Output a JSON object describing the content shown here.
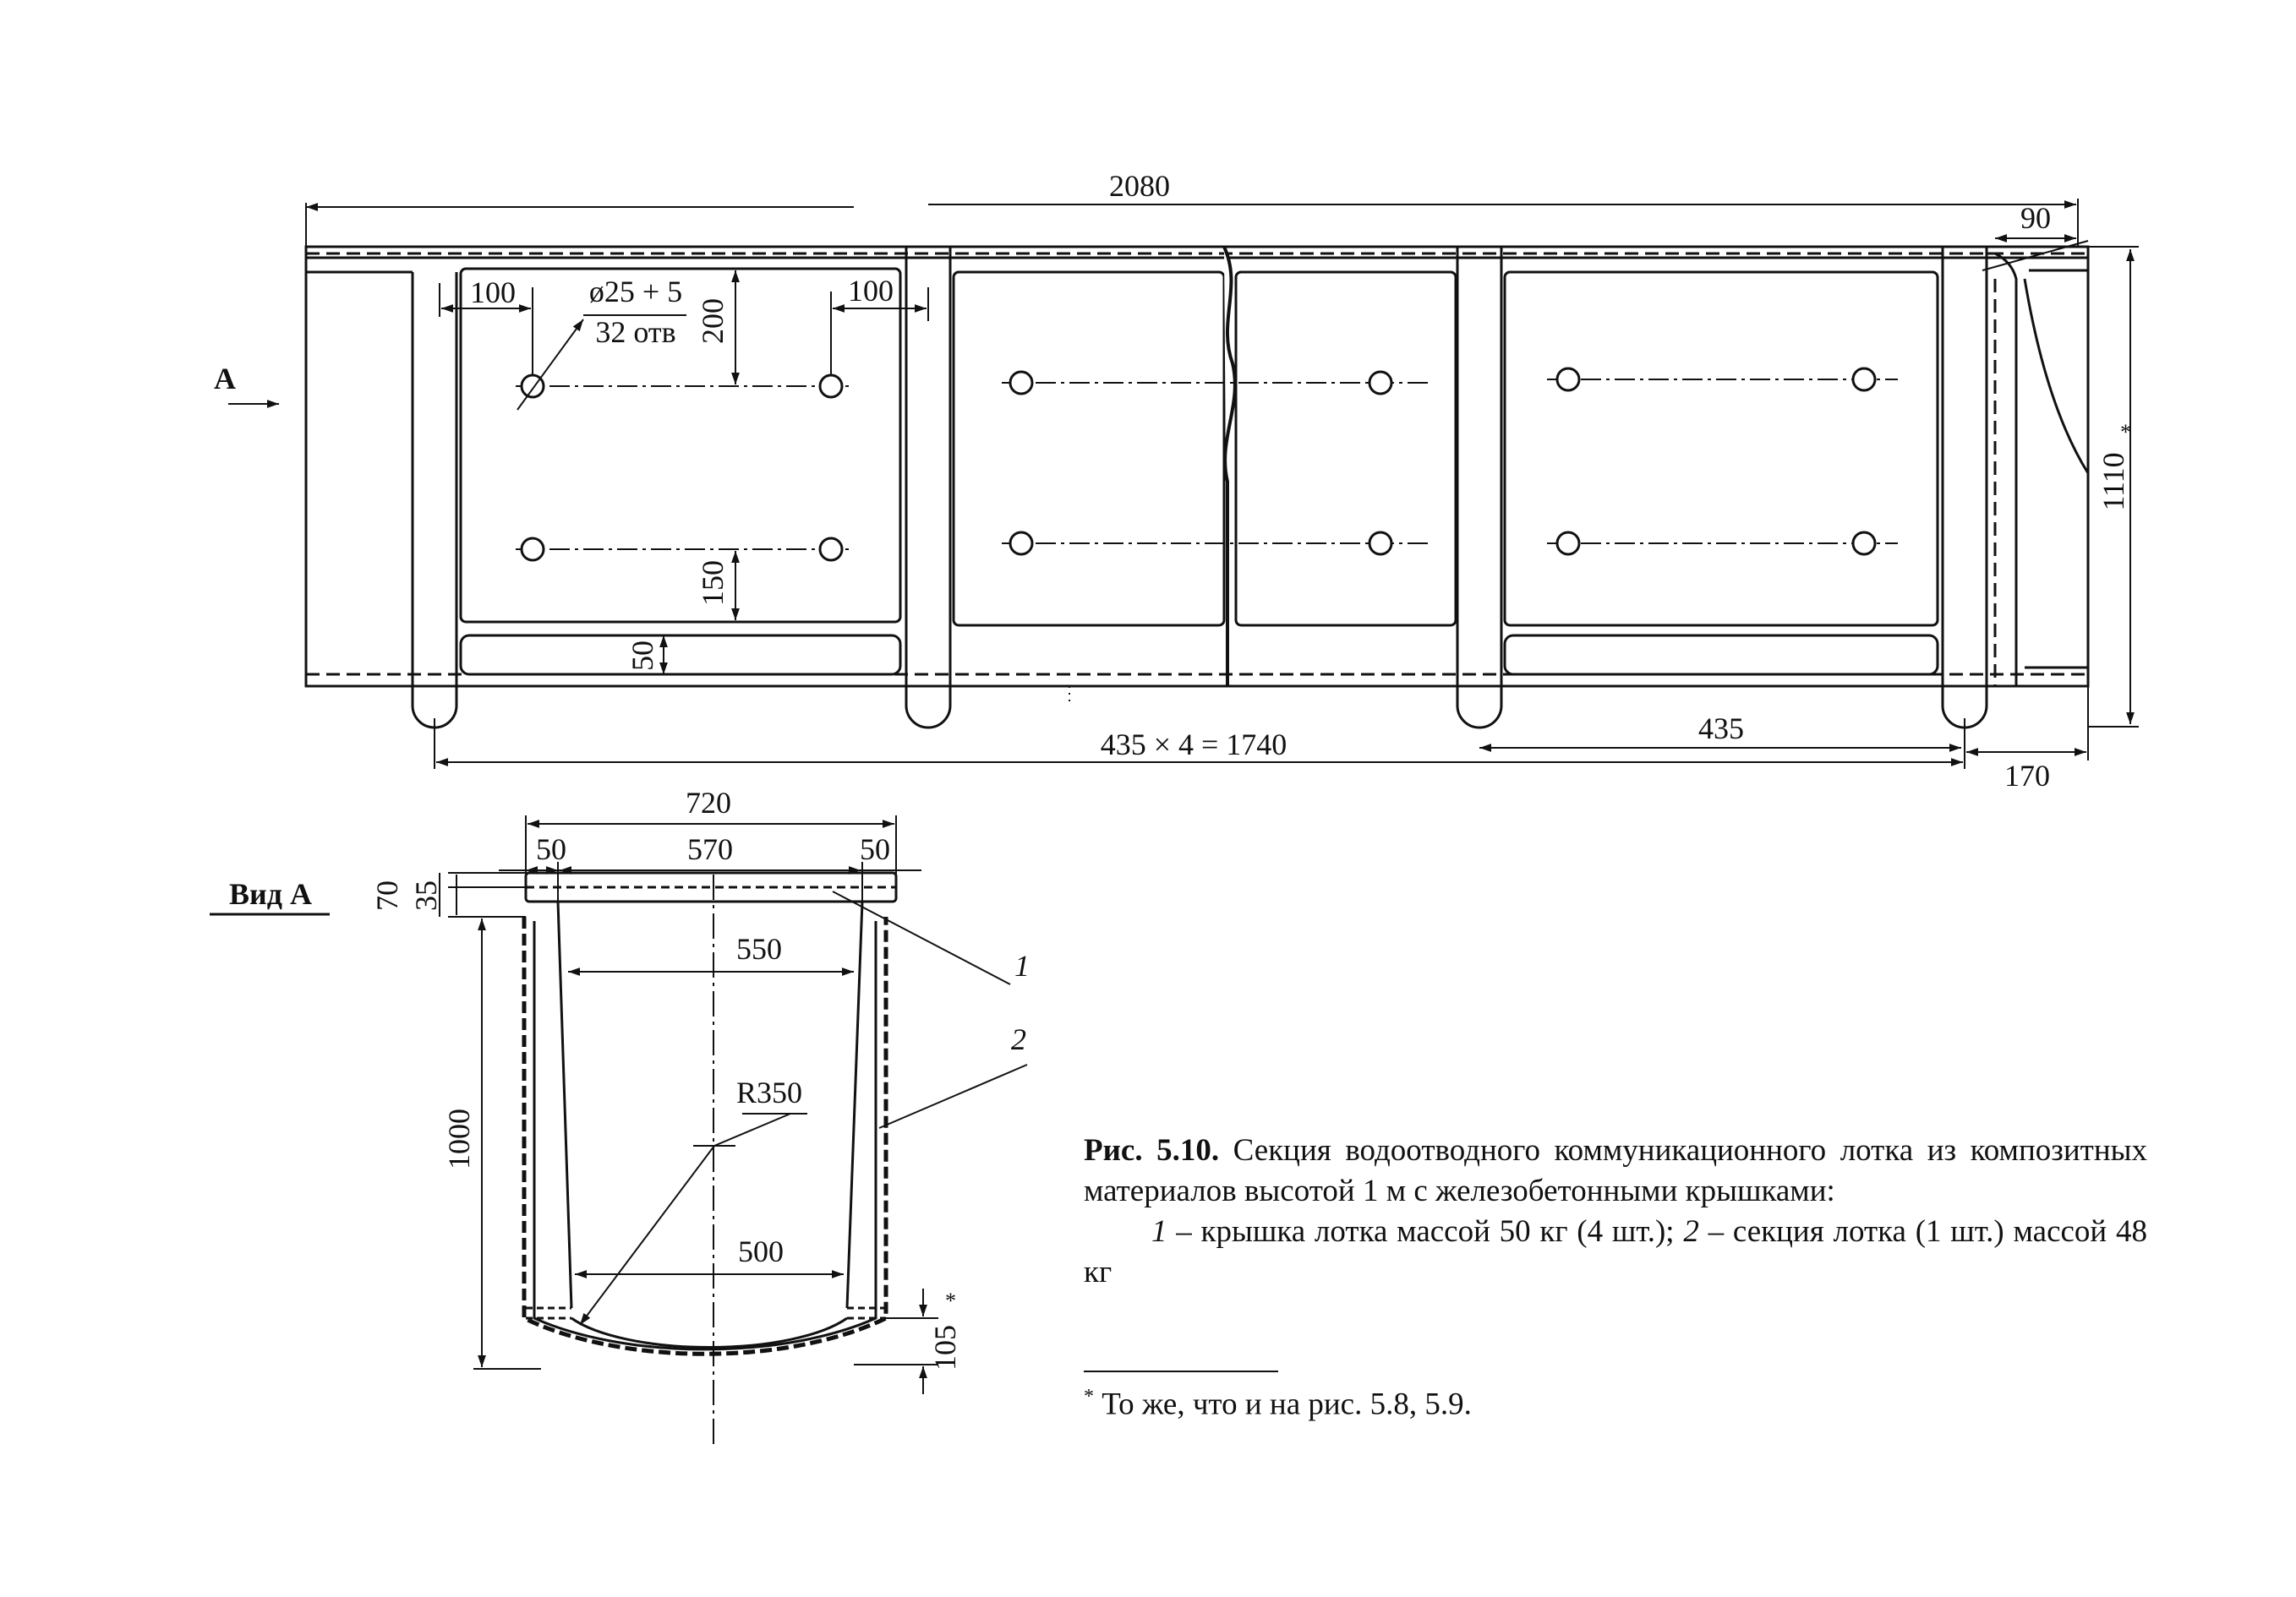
{
  "diagram": {
    "top_view": {
      "overall_length": "2080",
      "end_offset": "90",
      "height": "1110",
      "height_mark": "*",
      "hole_edge_left": "100",
      "hole_edge_right": "100",
      "hole_top": "200",
      "hole_spec_diameter": "ø25 + 5",
      "hole_spec_count": "32 отв",
      "hole_bottom": "150",
      "rib": "50",
      "pitch_total": "435 × 4 = 1740",
      "pitch": "435",
      "end_part": "170",
      "view_arrow": "A"
    },
    "section_view": {
      "title": "Вид А",
      "overall_width": "720",
      "left_flange": "50",
      "inner_width": "570",
      "right_flange": "50",
      "cover_total": "70",
      "cover_thickness": "35",
      "top_inner": "550",
      "height": "1000",
      "radius": "R350",
      "bottom_inner": "500",
      "bottom_offset": "105",
      "bottom_mark": "*",
      "callout_1": "1",
      "callout_2": "2"
    }
  },
  "caption": {
    "figure_label": "Рис. 5.10.",
    "title": "Секция водоотводного коммуникационного лотка из композитных материалов высотой 1 м с железобетонными крышками:",
    "legend_1_num": "1",
    "legend_1_text": " – крышка лотка массой 50 кг (4 шт.); ",
    "legend_2_num": "2",
    "legend_2_text": " – секция лотка (1 шт.) массой 48 кг"
  },
  "footnote": {
    "mark": "*",
    "text": " То же, что и на рис. 5.8, 5.9."
  }
}
